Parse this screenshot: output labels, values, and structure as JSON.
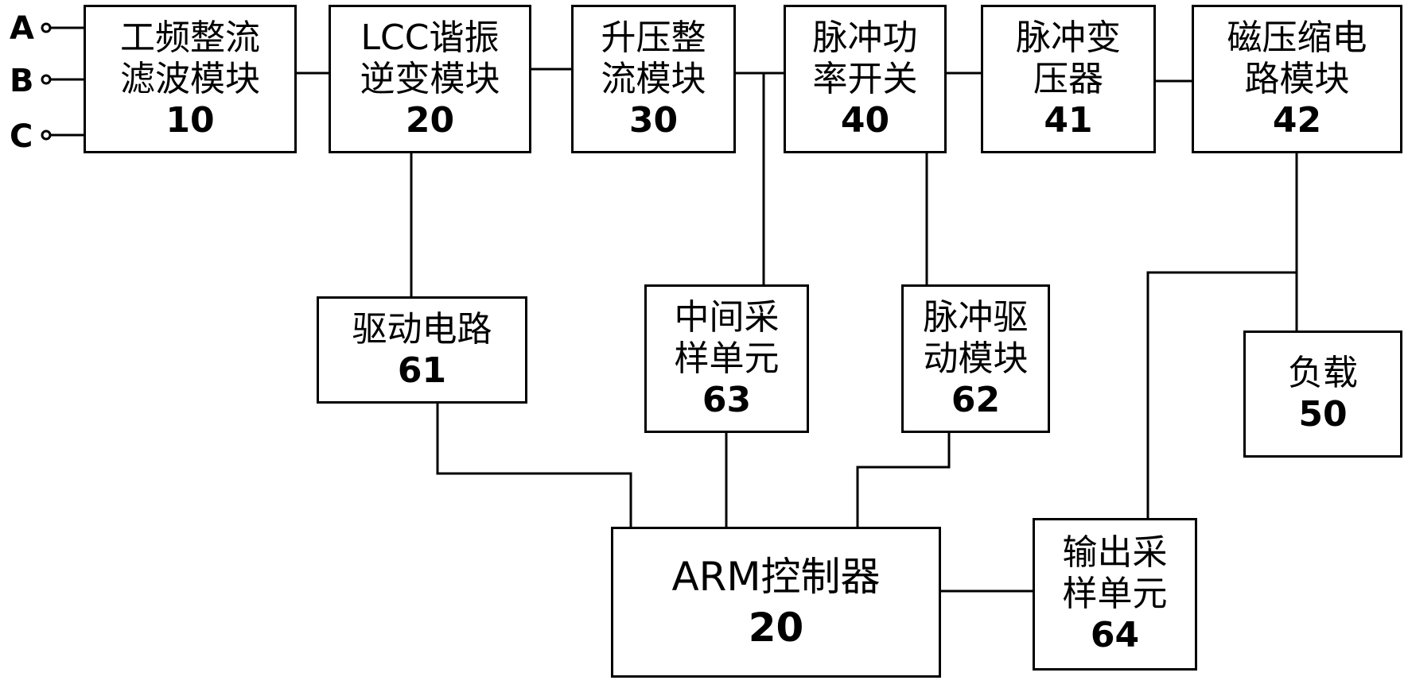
{
  "terminals": [
    "A",
    "B",
    "C"
  ],
  "blocks": {
    "b10": {
      "label": "工频整流\n滤波模块",
      "num": "10"
    },
    "b20": {
      "label": "LCC谐振\n逆变模块",
      "num": "20"
    },
    "b30": {
      "label": "升压整\n流模块",
      "num": "30"
    },
    "b40": {
      "label": "脉冲功\n率开关",
      "num": "40"
    },
    "b41": {
      "label": "脉冲变\n压器",
      "num": "41"
    },
    "b42": {
      "label": "磁压缩电\n路模块",
      "num": "42"
    },
    "b61": {
      "label": "驱动电路",
      "num": "61"
    },
    "b63": {
      "label": "中间采\n样单元",
      "num": "63"
    },
    "b62": {
      "label": "脉冲驱\n动模块",
      "num": "62"
    },
    "b50": {
      "label": "负载",
      "num": "50"
    },
    "b64": {
      "label": "输出采\n样单元",
      "num": "64"
    },
    "arm": {
      "label": "ARM控制器",
      "num": "20"
    }
  }
}
